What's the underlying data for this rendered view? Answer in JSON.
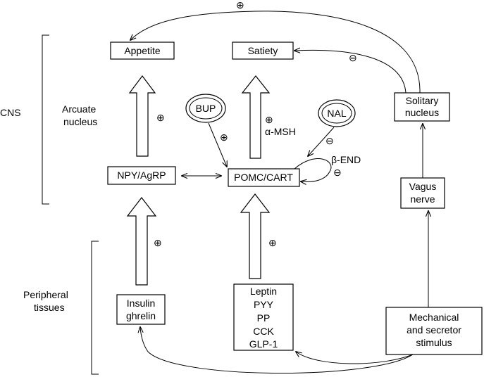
{
  "sections": {
    "cns": "CNS",
    "arcuate_line1": "Arcuate",
    "arcuate_line2": "nucleus",
    "peripheral_line1": "Peripheral",
    "peripheral_line2": "tissues"
  },
  "nodes": {
    "appetite": "Appetite",
    "satiety": "Satiety",
    "solitary_line1": "Solitary",
    "solitary_line2": "nucleus",
    "npy": "NPY/AgRP",
    "pomc": "POMC/CART",
    "vagus_line1": "Vagus",
    "vagus_line2": "nerve",
    "insulin_line1": "Insulin",
    "insulin_line2": "ghrelin",
    "hormones": [
      "Leptin",
      "PYY",
      "PP",
      "CCK",
      "GLP-1"
    ],
    "mech_line1": "Mechanical",
    "mech_line2": "and secretor",
    "mech_line3": "stimulus",
    "bup": "BUP",
    "nal": "NAL"
  },
  "signs": {
    "plus": "⊕",
    "minus": "⊖"
  },
  "labels": {
    "alpha_msh": "α-MSH",
    "beta_end": "β-END"
  }
}
